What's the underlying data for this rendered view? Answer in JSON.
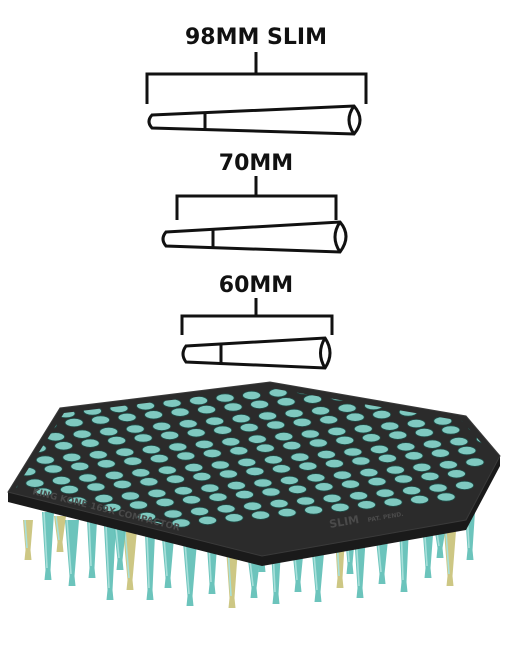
{
  "cones": [
    {
      "label": "98MM SLIM"
    },
    {
      "label": "70MM"
    },
    {
      "label": "60MM"
    }
  ],
  "plate": {
    "brand_text": "KING KONE 169X COMPACTOR",
    "size_text": "SLIM",
    "small_text": "PAT. PEND."
  },
  "colors": {
    "ink": "#111111",
    "plate": "#2b2b2b",
    "plate_edge": "#1a1a1a",
    "hole_fill": "#7fc9c0",
    "cone_tip": "#5fbfb6",
    "cone_tip_light": "#a8e0da",
    "background": "#ffffff"
  }
}
